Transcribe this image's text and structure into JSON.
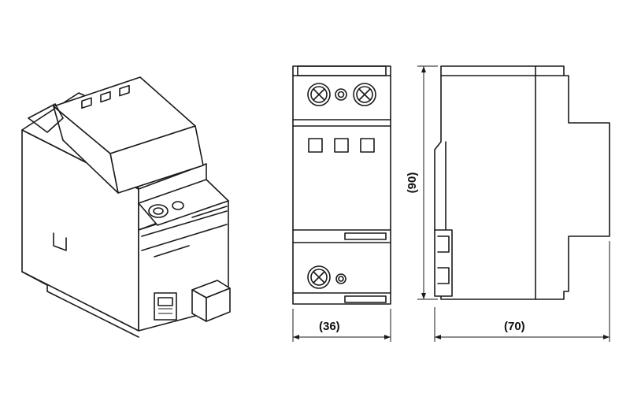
{
  "figure": {
    "dimensions": {
      "width_label": "(36)",
      "height_label": "(90)",
      "depth_label": "(70)"
    }
  }
}
